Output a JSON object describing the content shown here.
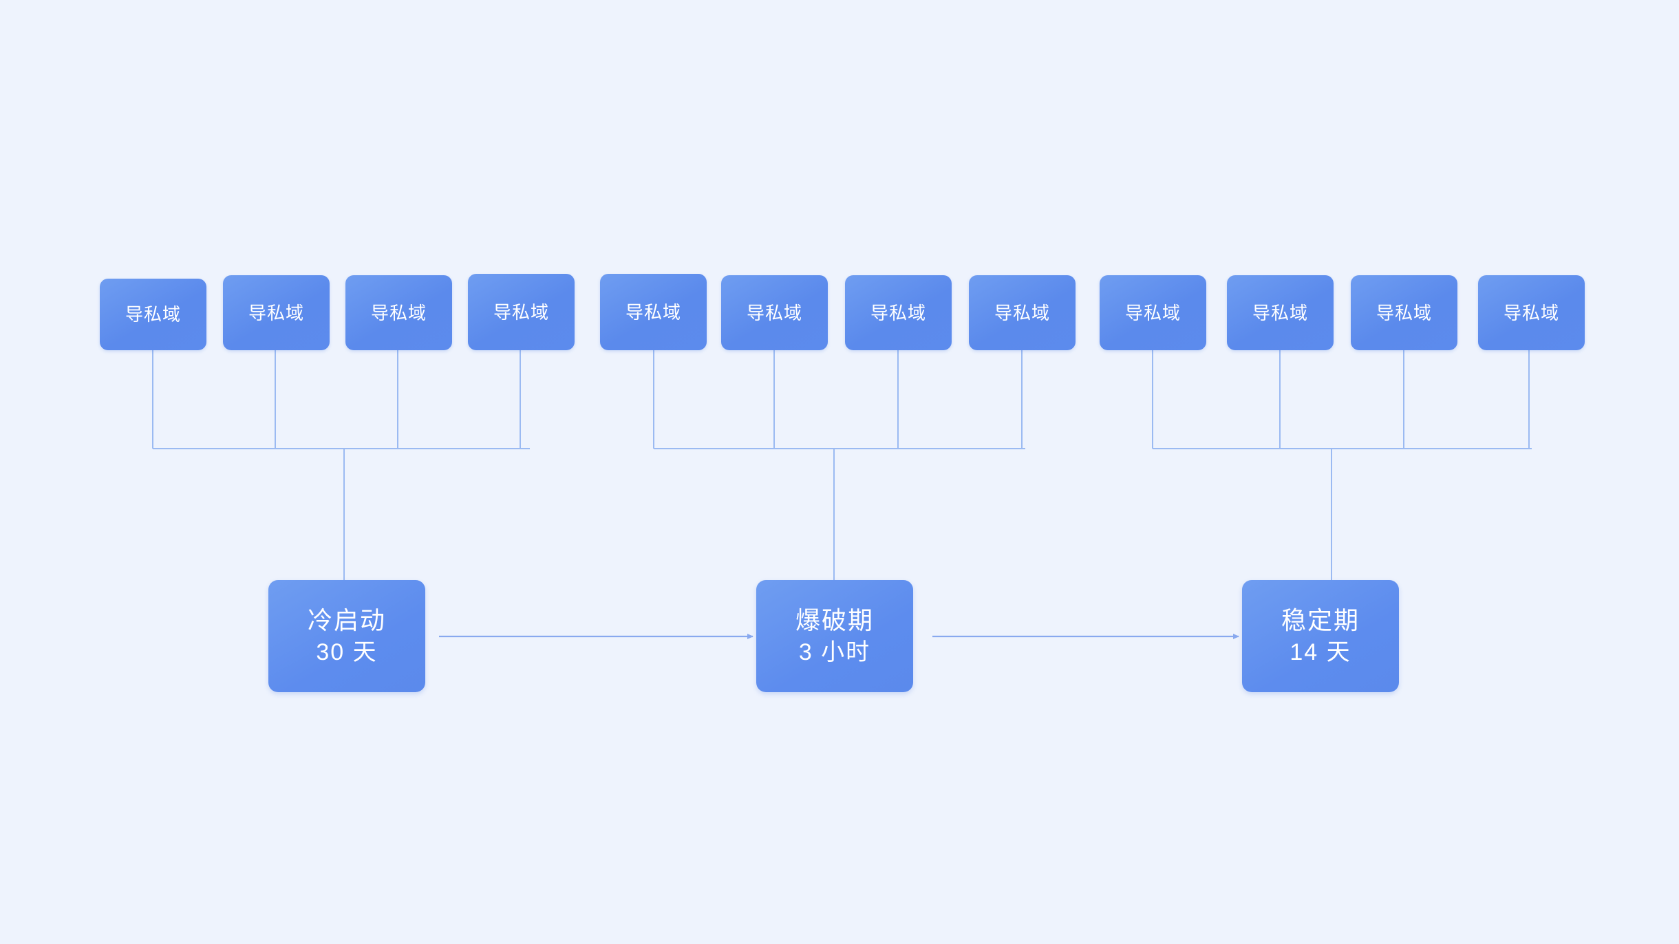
{
  "diagram": {
    "background_color": "#eef3fd",
    "node_color": "#5b8aec",
    "node_color_light": "#6f9df1",
    "connector_color": "#9bbaf2",
    "arrow_color": "#89a9ef",
    "text_color": "#ffffff"
  },
  "groups": [
    {
      "id": "group-cold-start",
      "sources": [
        {
          "label": "导私域"
        },
        {
          "label": "导私域"
        },
        {
          "label": "导私域"
        },
        {
          "label": "导私域"
        }
      ],
      "phase": {
        "title": "冷启动",
        "duration": "30 天"
      }
    },
    {
      "id": "group-blast",
      "sources": [
        {
          "label": "导私域"
        },
        {
          "label": "导私域"
        },
        {
          "label": "导私域"
        },
        {
          "label": "导私域"
        }
      ],
      "phase": {
        "title": "爆破期",
        "duration": "3 小时"
      }
    },
    {
      "id": "group-stable",
      "sources": [
        {
          "label": "导私域"
        },
        {
          "label": "导私域"
        },
        {
          "label": "导私域"
        },
        {
          "label": "导私域"
        }
      ],
      "phase": {
        "title": "稳定期",
        "duration": "14 天"
      }
    }
  ],
  "flow_arrows": [
    {
      "from": "冷启动",
      "to": "爆破期"
    },
    {
      "from": "爆破期",
      "to": "稳定期"
    }
  ]
}
